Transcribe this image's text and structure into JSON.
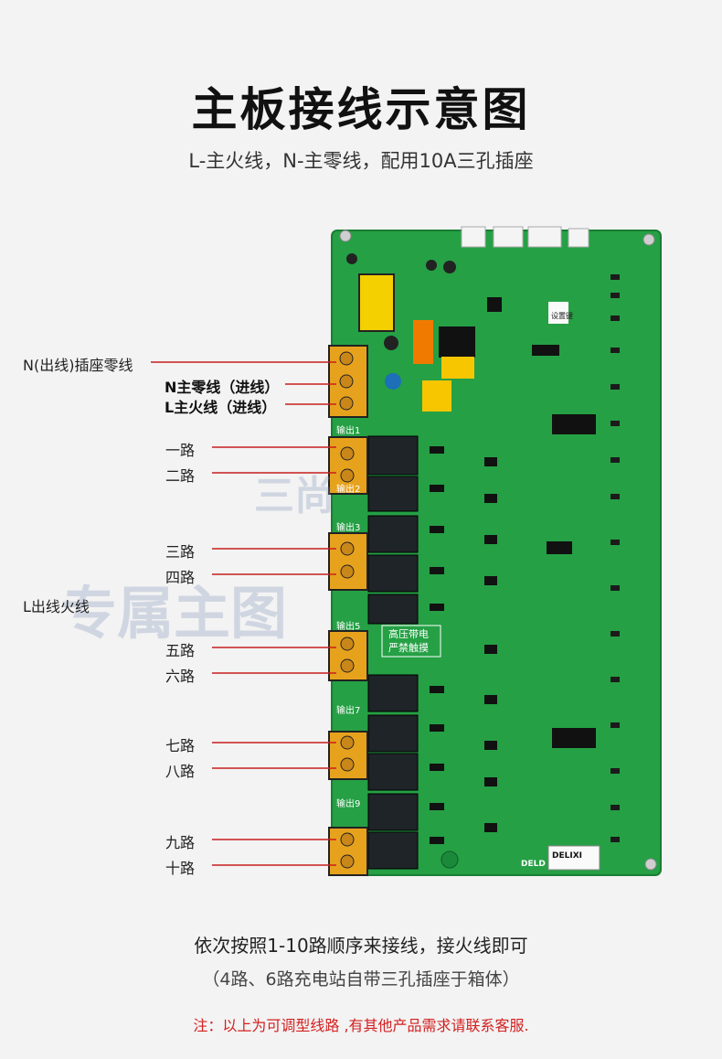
{
  "title": "主板接线示意图",
  "subtitle": "L-主火线，N-主零线，配用10A三孔插座",
  "left_labels": {
    "n_out": "N(出线)插座零线",
    "l_out": "L出线火线"
  },
  "main_labels": {
    "n_in": "N主零线（进线）",
    "l_in": "L主火线（进线）"
  },
  "routes": [
    "一路",
    "二路",
    "三路",
    "四路",
    "五路",
    "六路",
    "七路",
    "八路",
    "九路",
    "十路"
  ],
  "board_text": {
    "out1": "输出1",
    "out2": "输出2",
    "out3": "输出3",
    "out5": "输出5",
    "out7": "输出7",
    "out9": "输出9",
    "warning1": "高压带电",
    "warning2": "严禁触摸",
    "sticker": "设置键",
    "brand": "DELIXI",
    "brand2": "DELD"
  },
  "watermark": {
    "line1": "专属主图",
    "line2": "三尚"
  },
  "bottom": {
    "line1": "依次按照1-10路顺序来接线，接火线即可",
    "line2": "（4路、6路充电站自带三孔插座于箱体）",
    "note": "注：以上为可调型线路 ,有其他产品需求请联系客服."
  },
  "colors": {
    "board": "#25a045",
    "board_dark": "#15782f",
    "terminal": "#e7a21d",
    "lead_line": "#c81e1e"
  }
}
